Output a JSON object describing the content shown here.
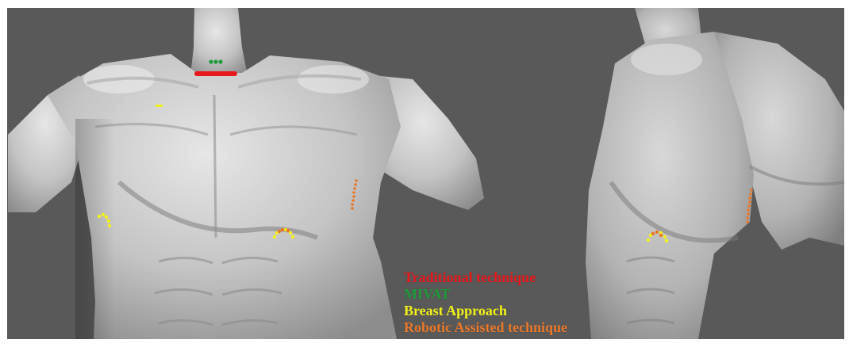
{
  "colors": {
    "background": "#595959",
    "frame": "#ffffff",
    "traditional": "#e8191c",
    "mivat": "#1f9a3a",
    "breast": "#f2f21a",
    "robotic": "#e8782a",
    "skin_light": "#d9d9d9",
    "skin_dark": "#8a8a8a"
  },
  "legend": {
    "traditional": "Traditional technique",
    "mivat": "MIVAT",
    "breast": "Breast Approach",
    "robotic": "Robotic Assisted technique"
  },
  "panels": [
    {
      "name": "front-view",
      "subject": "male torso, frontal view, grayscale 3D render"
    },
    {
      "name": "oblique-view",
      "subject": "male torso, three-quarter right view, grayscale 3D render"
    }
  ]
}
